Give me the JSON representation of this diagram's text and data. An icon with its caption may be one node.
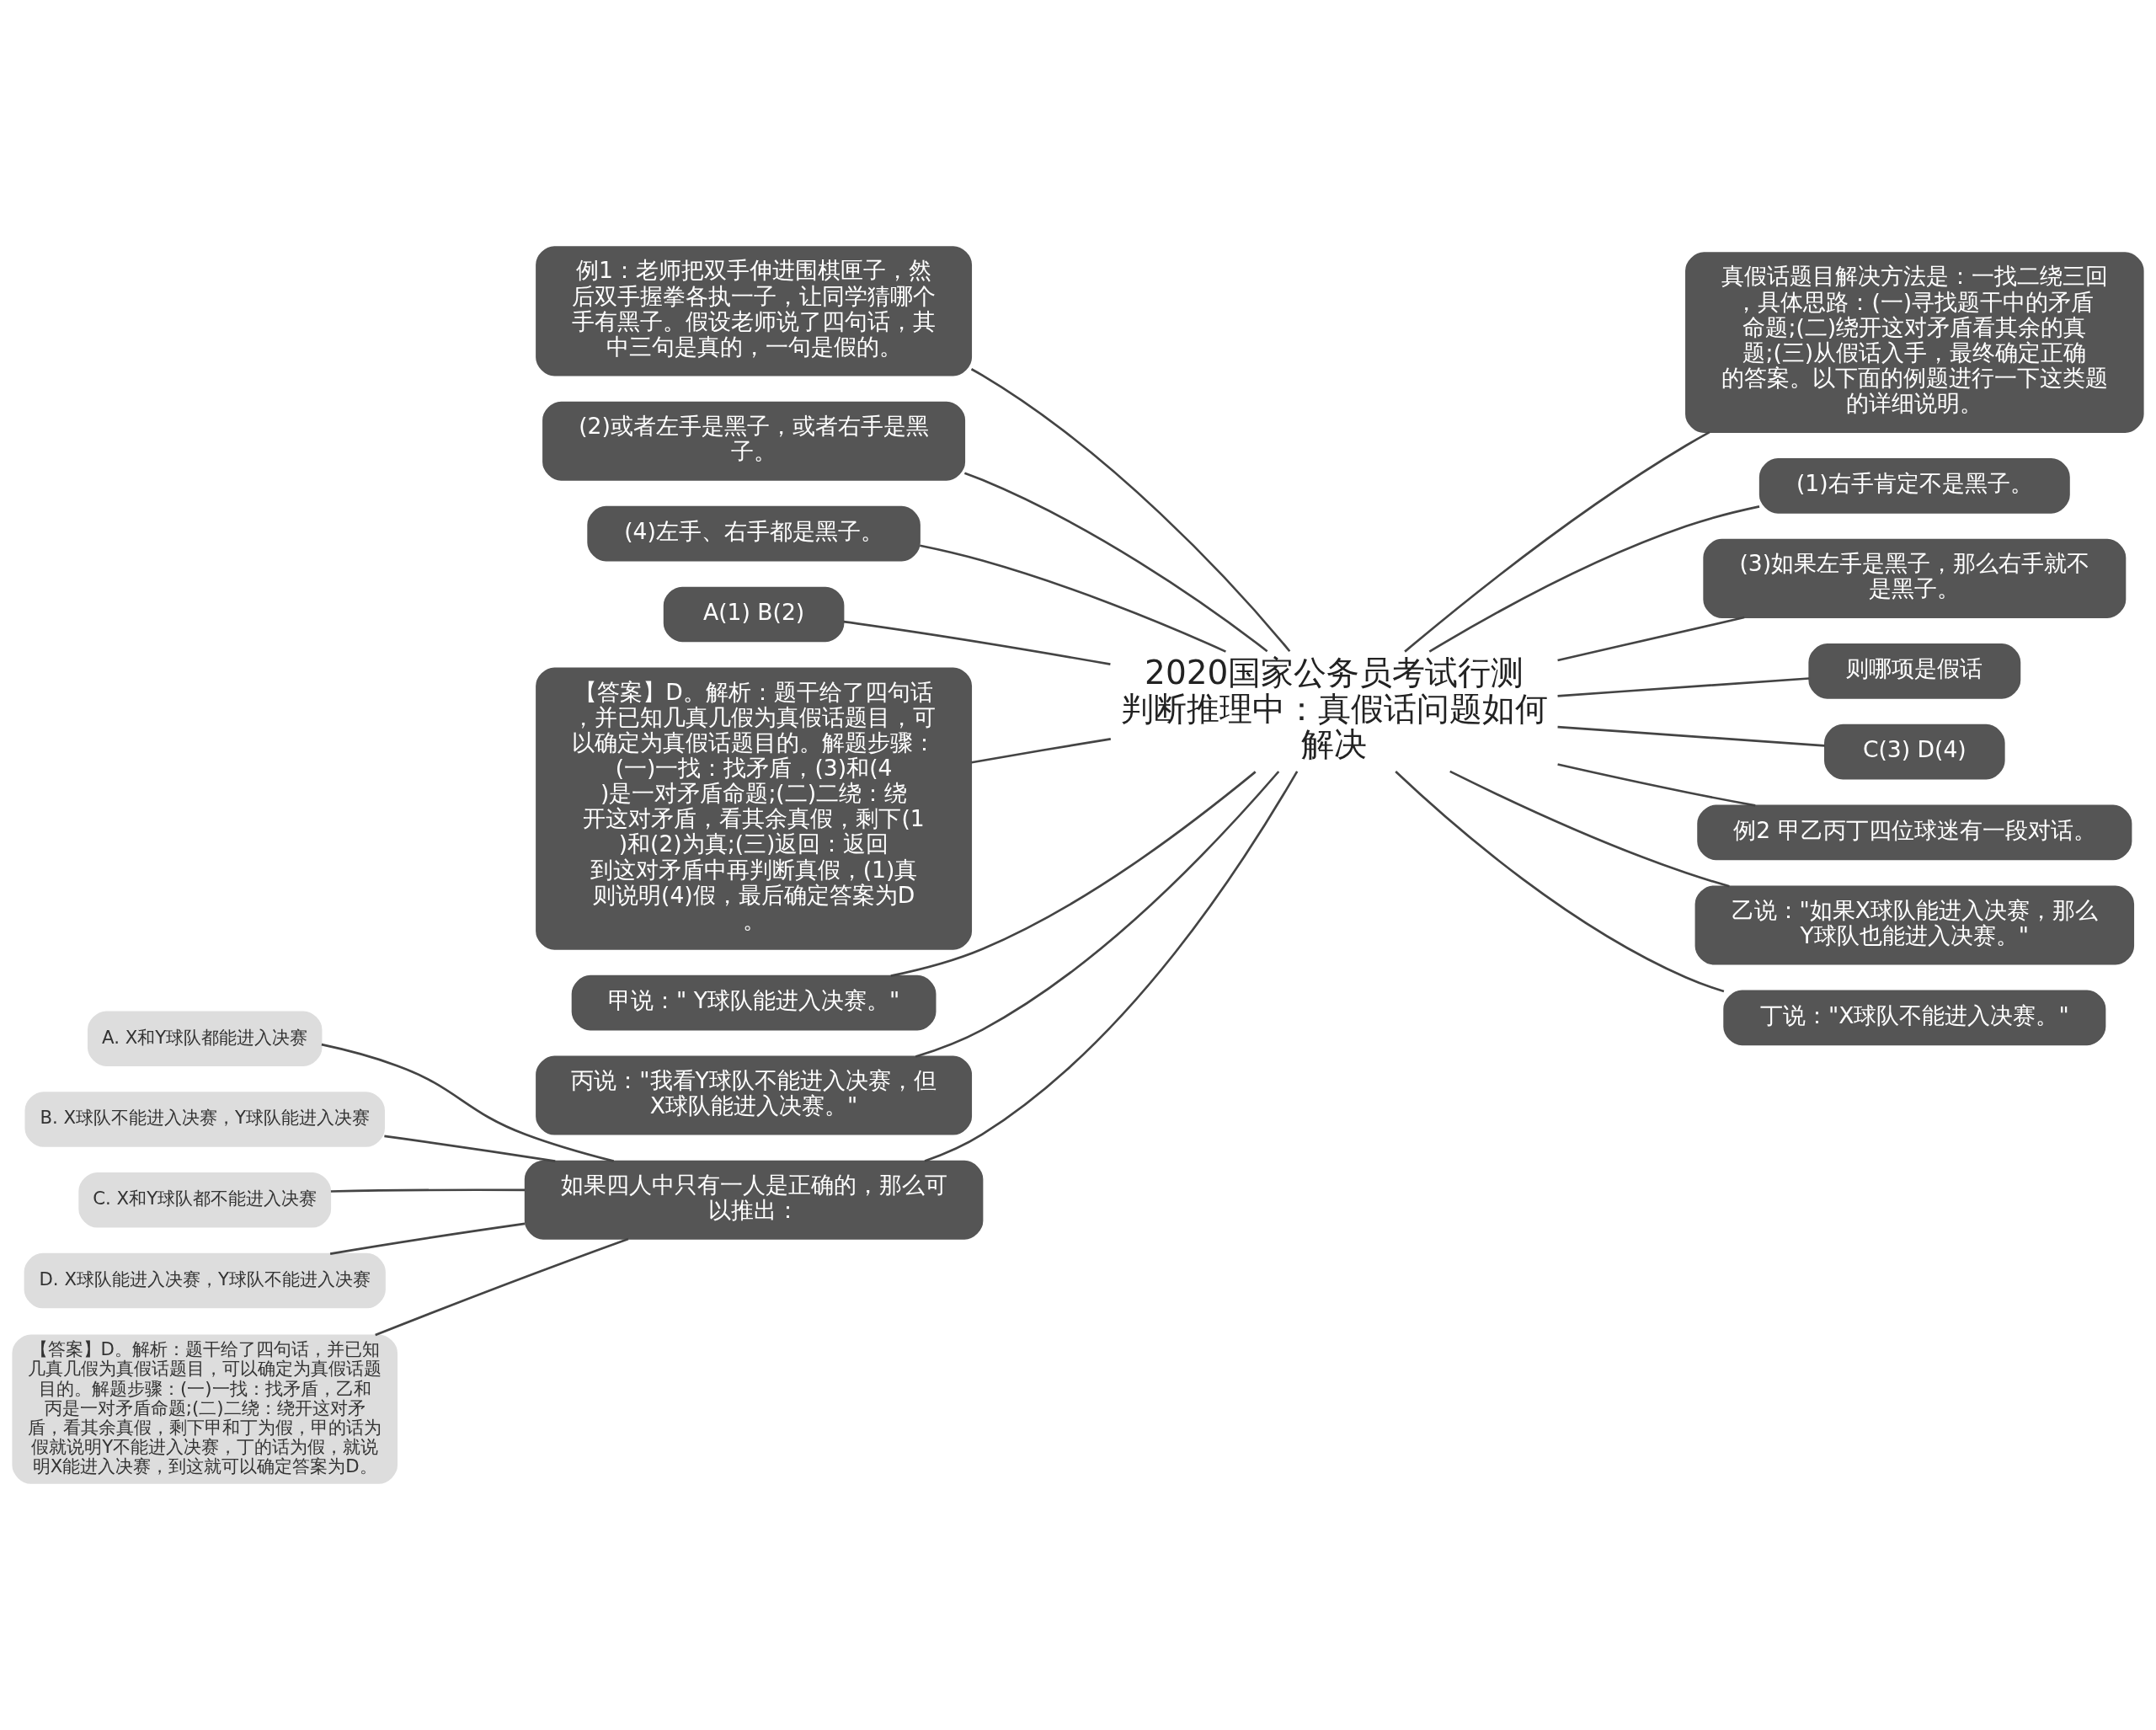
{
  "diagram": {
    "nodes": [
      {
        "text": [
          "2020国家公务员考试行测判断推理中：真假话问题如何解决"
        ]
      },
      {
        "text": [
          "例1：老师把双手伸进围棋匣子，然后双手握拳各执一子，让同学猜哪个手有黑子。假设老师说了四句话，其中三句是真的，一句是假的。"
        ]
      },
      {
        "text": [
          "(2)或者左手是黑子，或者右手是黑子。"
        ]
      },
      {
        "text": [
          "(4)左手、右手都是黑子。"
        ]
      },
      {
        "text": [
          "A(1) B(2)"
        ]
      },
      {
        "text": [
          "【答案】D。解析：题干给了四句话，并已知几真几假为真假话题目，可以确定为真假话题目的。解题步骤：(一)一找：找矛盾，(3)和(4)是一对矛盾命题;(二)二绕：绕开这对矛盾，看其余真假，剩下(1)和(2)为真;(三)返回：返回到这对矛盾中再判断真假，(1)真则说明(4)假，最后确定答案为D。"
        ]
      },
      {
        "text": [
          "甲说：\" Y球队能进入决赛。\""
        ]
      },
      {
        "text": [
          "丙说：\"我看Y球队不能进入决赛，但X球队能进入决赛。\""
        ]
      },
      {
        "text": [
          "如果四人中只有一人是正确的，那么可以推出："
        ]
      },
      {
        "text": [
          "A. X和Y球队都能进入决赛"
        ]
      },
      {
        "text": [
          "B. X球队不能进入决赛，Y球队能进入决赛"
        ]
      },
      {
        "text": [
          "C. X和Y球队都不能进入决赛"
        ]
      },
      {
        "text": [
          "D. X球队能进入决赛，Y球队不能进入决赛"
        ]
      },
      {
        "text": [
          "【答案】D。解析：题干给了四句话，并已知几真几假为真假话题目，可以确定为真假话题目的。解题步骤：(一)一找：找矛盾，乙和丙是一对矛盾命题;(二)二绕：绕开这对矛盾，看其余真假，剩下甲和丁为假，甲的话为假就说明Y不能进入决赛，丁的话为假，就说明X能进入决赛，到这就可以确定答案为D。"
        ]
      },
      {
        "text": [
          "真假话题目解决方法是：一找二绕三回，具体思路：(一)寻找题干中的矛盾命题;(二)绕开这对矛盾看其余的真题;(三)从假话入手，最终确定正确的答案。以下面的例题进行一下这类题的详细说明。"
        ]
      },
      {
        "text": [
          "(1)右手肯定不是黑子。"
        ]
      },
      {
        "text": [
          "(3)如果左手是黑子，那么右手就不是黑子。"
        ]
      },
      {
        "text": [
          "则哪项是假话"
        ]
      },
      {
        "text": [
          "C(3) D(4)"
        ]
      },
      {
        "text": [
          "例2 甲乙丙丁四位球迷有一段对话。"
        ]
      },
      {
        "text": [
          "乙说：\"如果X球队能进入决赛，那么Y球队也能进入决赛。\""
        ]
      },
      {
        "text": [
          "丁说：\"X球队不能进入决赛。\""
        ]
      }
    ],
    "edges": [
      {
        "from": 0,
        "to": 1,
        "arrow": "none"
      },
      {
        "from": 0,
        "to": 2,
        "arrow": "none"
      },
      {
        "from": 0,
        "to": 3,
        "arrow": "none"
      },
      {
        "from": 0,
        "to": 4,
        "arrow": "none"
      },
      {
        "from": 0,
        "to": 5,
        "arrow": "none"
      },
      {
        "from": 0,
        "to": 6,
        "arrow": "none"
      },
      {
        "from": 0,
        "to": 7,
        "arrow": "none"
      },
      {
        "from": 0,
        "to": 8,
        "arrow": "none"
      },
      {
        "from": 8,
        "to": 9,
        "arrow": "none"
      },
      {
        "from": 8,
        "to": 10,
        "arrow": "none"
      },
      {
        "from": 8,
        "to": 11,
        "arrow": "none"
      },
      {
        "from": 8,
        "to": 12,
        "arrow": "none"
      },
      {
        "from": 8,
        "to": 13,
        "arrow": "none"
      },
      {
        "from": 0,
        "to": 14,
        "arrow": "none"
      },
      {
        "from": 0,
        "to": 15,
        "arrow": "none"
      },
      {
        "from": 0,
        "to": 16,
        "arrow": "none"
      },
      {
        "from": 0,
        "to": 17,
        "arrow": "none"
      },
      {
        "from": 0,
        "to": 18,
        "arrow": "none"
      },
      {
        "from": 0,
        "to": 19,
        "arrow": "none"
      },
      {
        "from": 0,
        "to": 20,
        "arrow": "none"
      },
      {
        "from": 0,
        "to": 21,
        "arrow": "none"
      }
    ]
  }
}
